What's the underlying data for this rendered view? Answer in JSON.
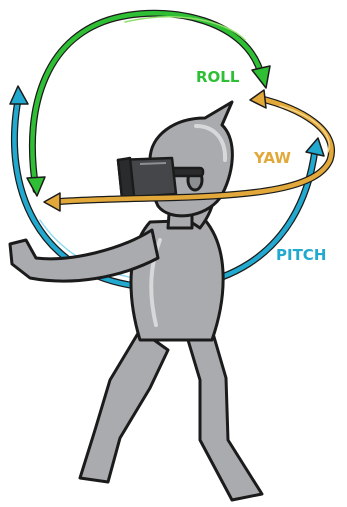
{
  "colors": {
    "roll": "#2fbf34",
    "roll_light": "#8fe06a",
    "yaw": "#e2a93a",
    "yaw_light": "#f6d489",
    "pitch": "#22a9cf",
    "pitch_light": "#8fdcf0",
    "figure": "#a9abae",
    "figure_light": "#d6d8da",
    "figure_dark": "#6f7275",
    "outline": "#1b1b1b",
    "headset": "#444649",
    "headset_dark": "#2a2b2d"
  },
  "labels": {
    "roll": "ROLL",
    "yaw": "YAW",
    "pitch": "PITCH"
  },
  "icons": [
    "vr-headset-icon"
  ]
}
